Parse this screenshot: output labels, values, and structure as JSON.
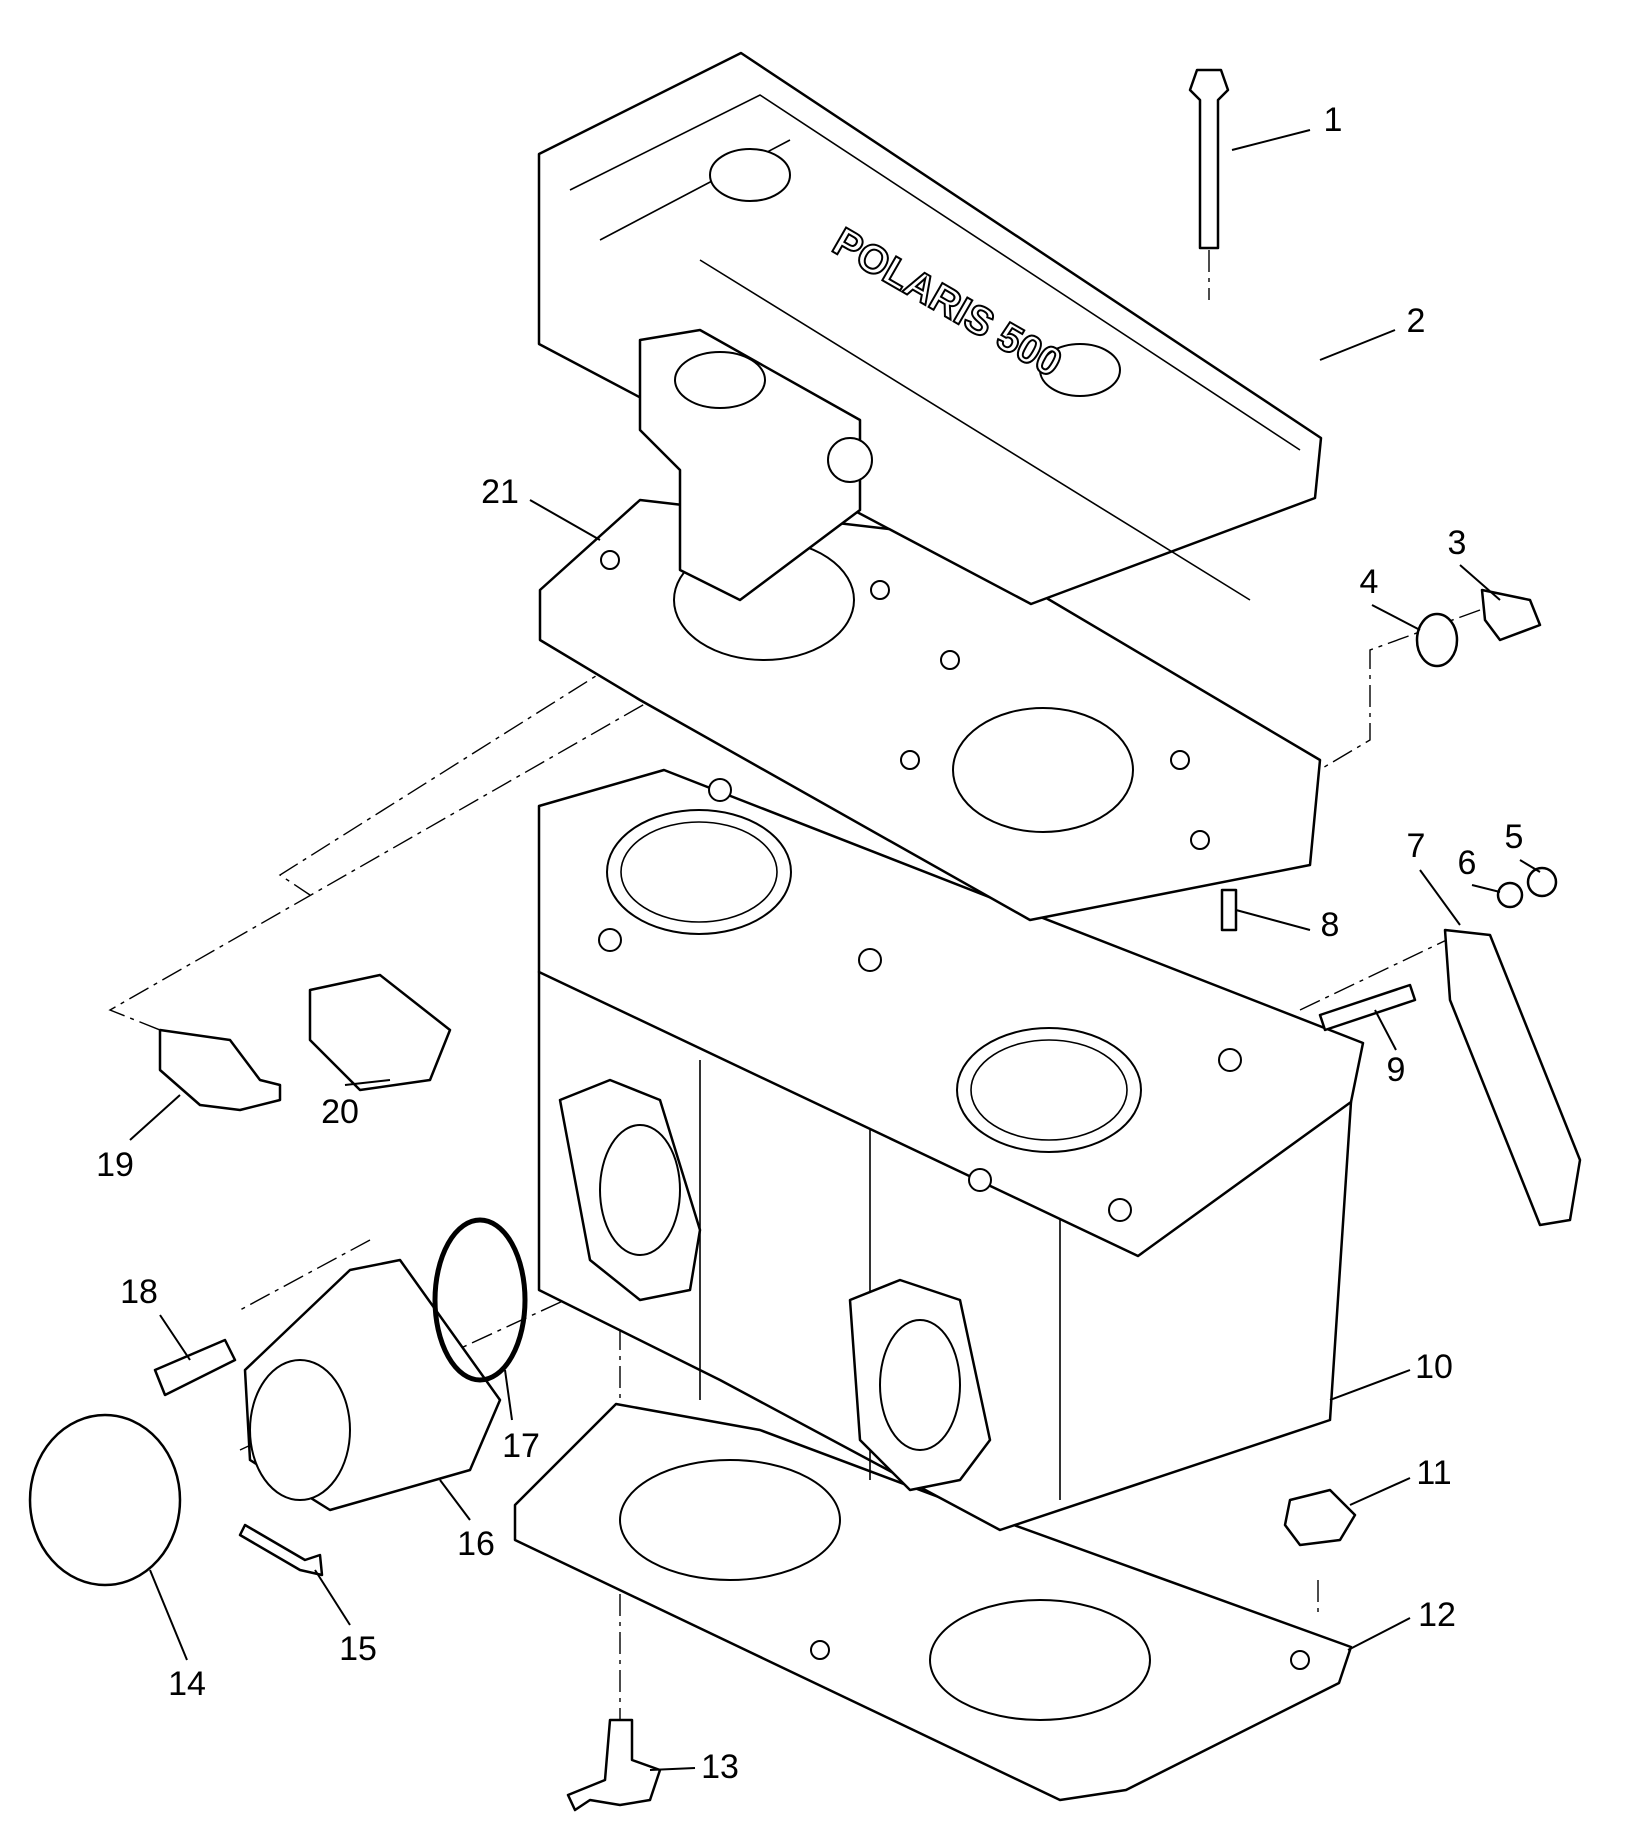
{
  "diagram": {
    "type": "exploded parts diagram",
    "head_marking": "POLARIS 500",
    "callouts": [
      "1",
      "2",
      "3",
      "4",
      "5",
      "6",
      "7",
      "8",
      "9",
      "10",
      "11",
      "12",
      "13",
      "14",
      "15",
      "16",
      "17",
      "18",
      "19",
      "20",
      "21"
    ]
  }
}
